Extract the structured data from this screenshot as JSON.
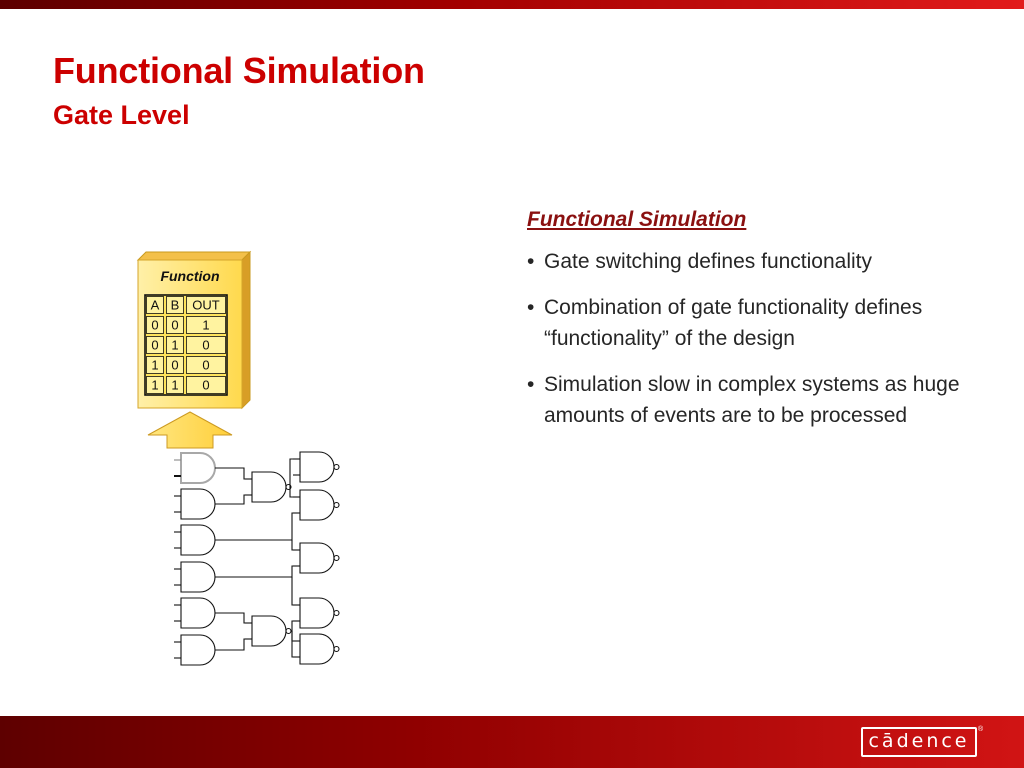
{
  "slide": {
    "title": "Functional Simulation",
    "subtitle": "Gate Level"
  },
  "text_block": {
    "heading": "Functional Simulation",
    "bullets": [
      "Gate switching defines functionality",
      "Combination of gate functionality defines “functionality” of the design",
      "Simulation slow in complex systems as huge amounts of events are to be processed"
    ]
  },
  "function_box": {
    "title": "Function",
    "truth_table": {
      "headers": [
        "A",
        "B",
        "OUT"
      ],
      "rows": [
        [
          "0",
          "0",
          "1"
        ],
        [
          "0",
          "1",
          "0"
        ],
        [
          "1",
          "0",
          "0"
        ],
        [
          "1",
          "1",
          "0"
        ]
      ]
    }
  },
  "footer": {
    "logo_text": "cādence",
    "logo_mark": "®"
  },
  "colors": {
    "title_red": "#cc0000",
    "heading_red": "#8a1010",
    "box_yellow": "#ffe066",
    "box_gold": "#e2b133",
    "bar_dark": "#5e0000",
    "bar_light": "#d11414"
  }
}
